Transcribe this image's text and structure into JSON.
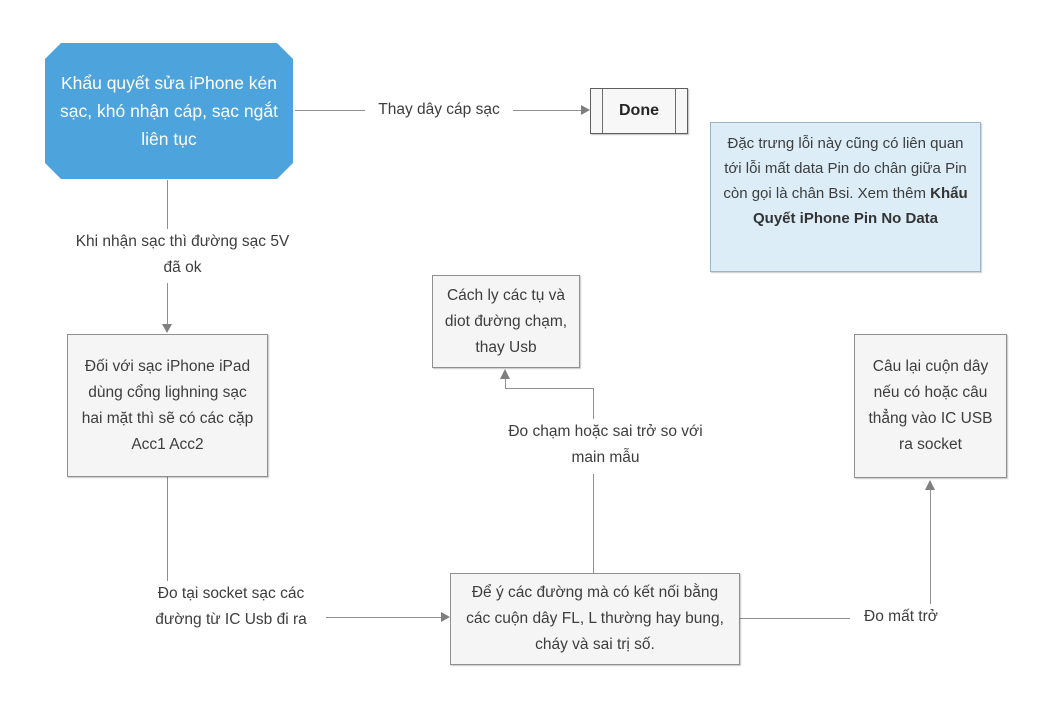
{
  "diagram": {
    "title_node": "Khẩu quyết sửa iPhone kén sạc, khó nhận cáp, sạc ngắt liên tục",
    "colors": {
      "start_fill": "#4da3dc",
      "start_text": "#ffffff",
      "box_fill": "#f5f5f5",
      "box_border": "#8f8f8f",
      "note_fill": "#dcedf8",
      "note_border": "#9db5c2",
      "line": "#8f8f8f",
      "text": "#3d3d3d"
    },
    "nodes": {
      "start": "Khẩu quyết sửa iPhone kén sạc, khó nhận cáp, sạc ngắt liên tục",
      "done": "Done",
      "acc": "Đối với sạc iPhone iPad dùng cổng lighning sạc hai mặt thì sẽ có các cặp Acc1 Acc2",
      "cachly": "Cách ly các tụ và diot đường chạm, thay Usb",
      "caulai": "Câu lại cuộn dây nếu có hoặc câu thẳng vào IC USB ra socket",
      "dey": "Để ý các đường mà có kết nối bằng các cuộn dây FL, L thường hay bung, cháy và sai trị số.",
      "note_regular": "Đặc trưng lỗi này cũng có liên quan tới lỗi mất data Pin do chân giữa Pin còn gọi là chân Bsi. Xem thêm ",
      "note_bold": "Khẩu Quyết iPhone Pin No Data"
    },
    "edge_labels": {
      "thay_day": "Thay dây cáp sạc",
      "khi_nhan": "Khi nhận sạc thì đường sạc 5V đã ok",
      "do_cham": "Đo chạm hoặc sai trở so với main mẫu",
      "do_tai": "Đo tại socket sạc các đường từ IC Usb đi ra",
      "do_mat": "Đo mất trở"
    }
  }
}
